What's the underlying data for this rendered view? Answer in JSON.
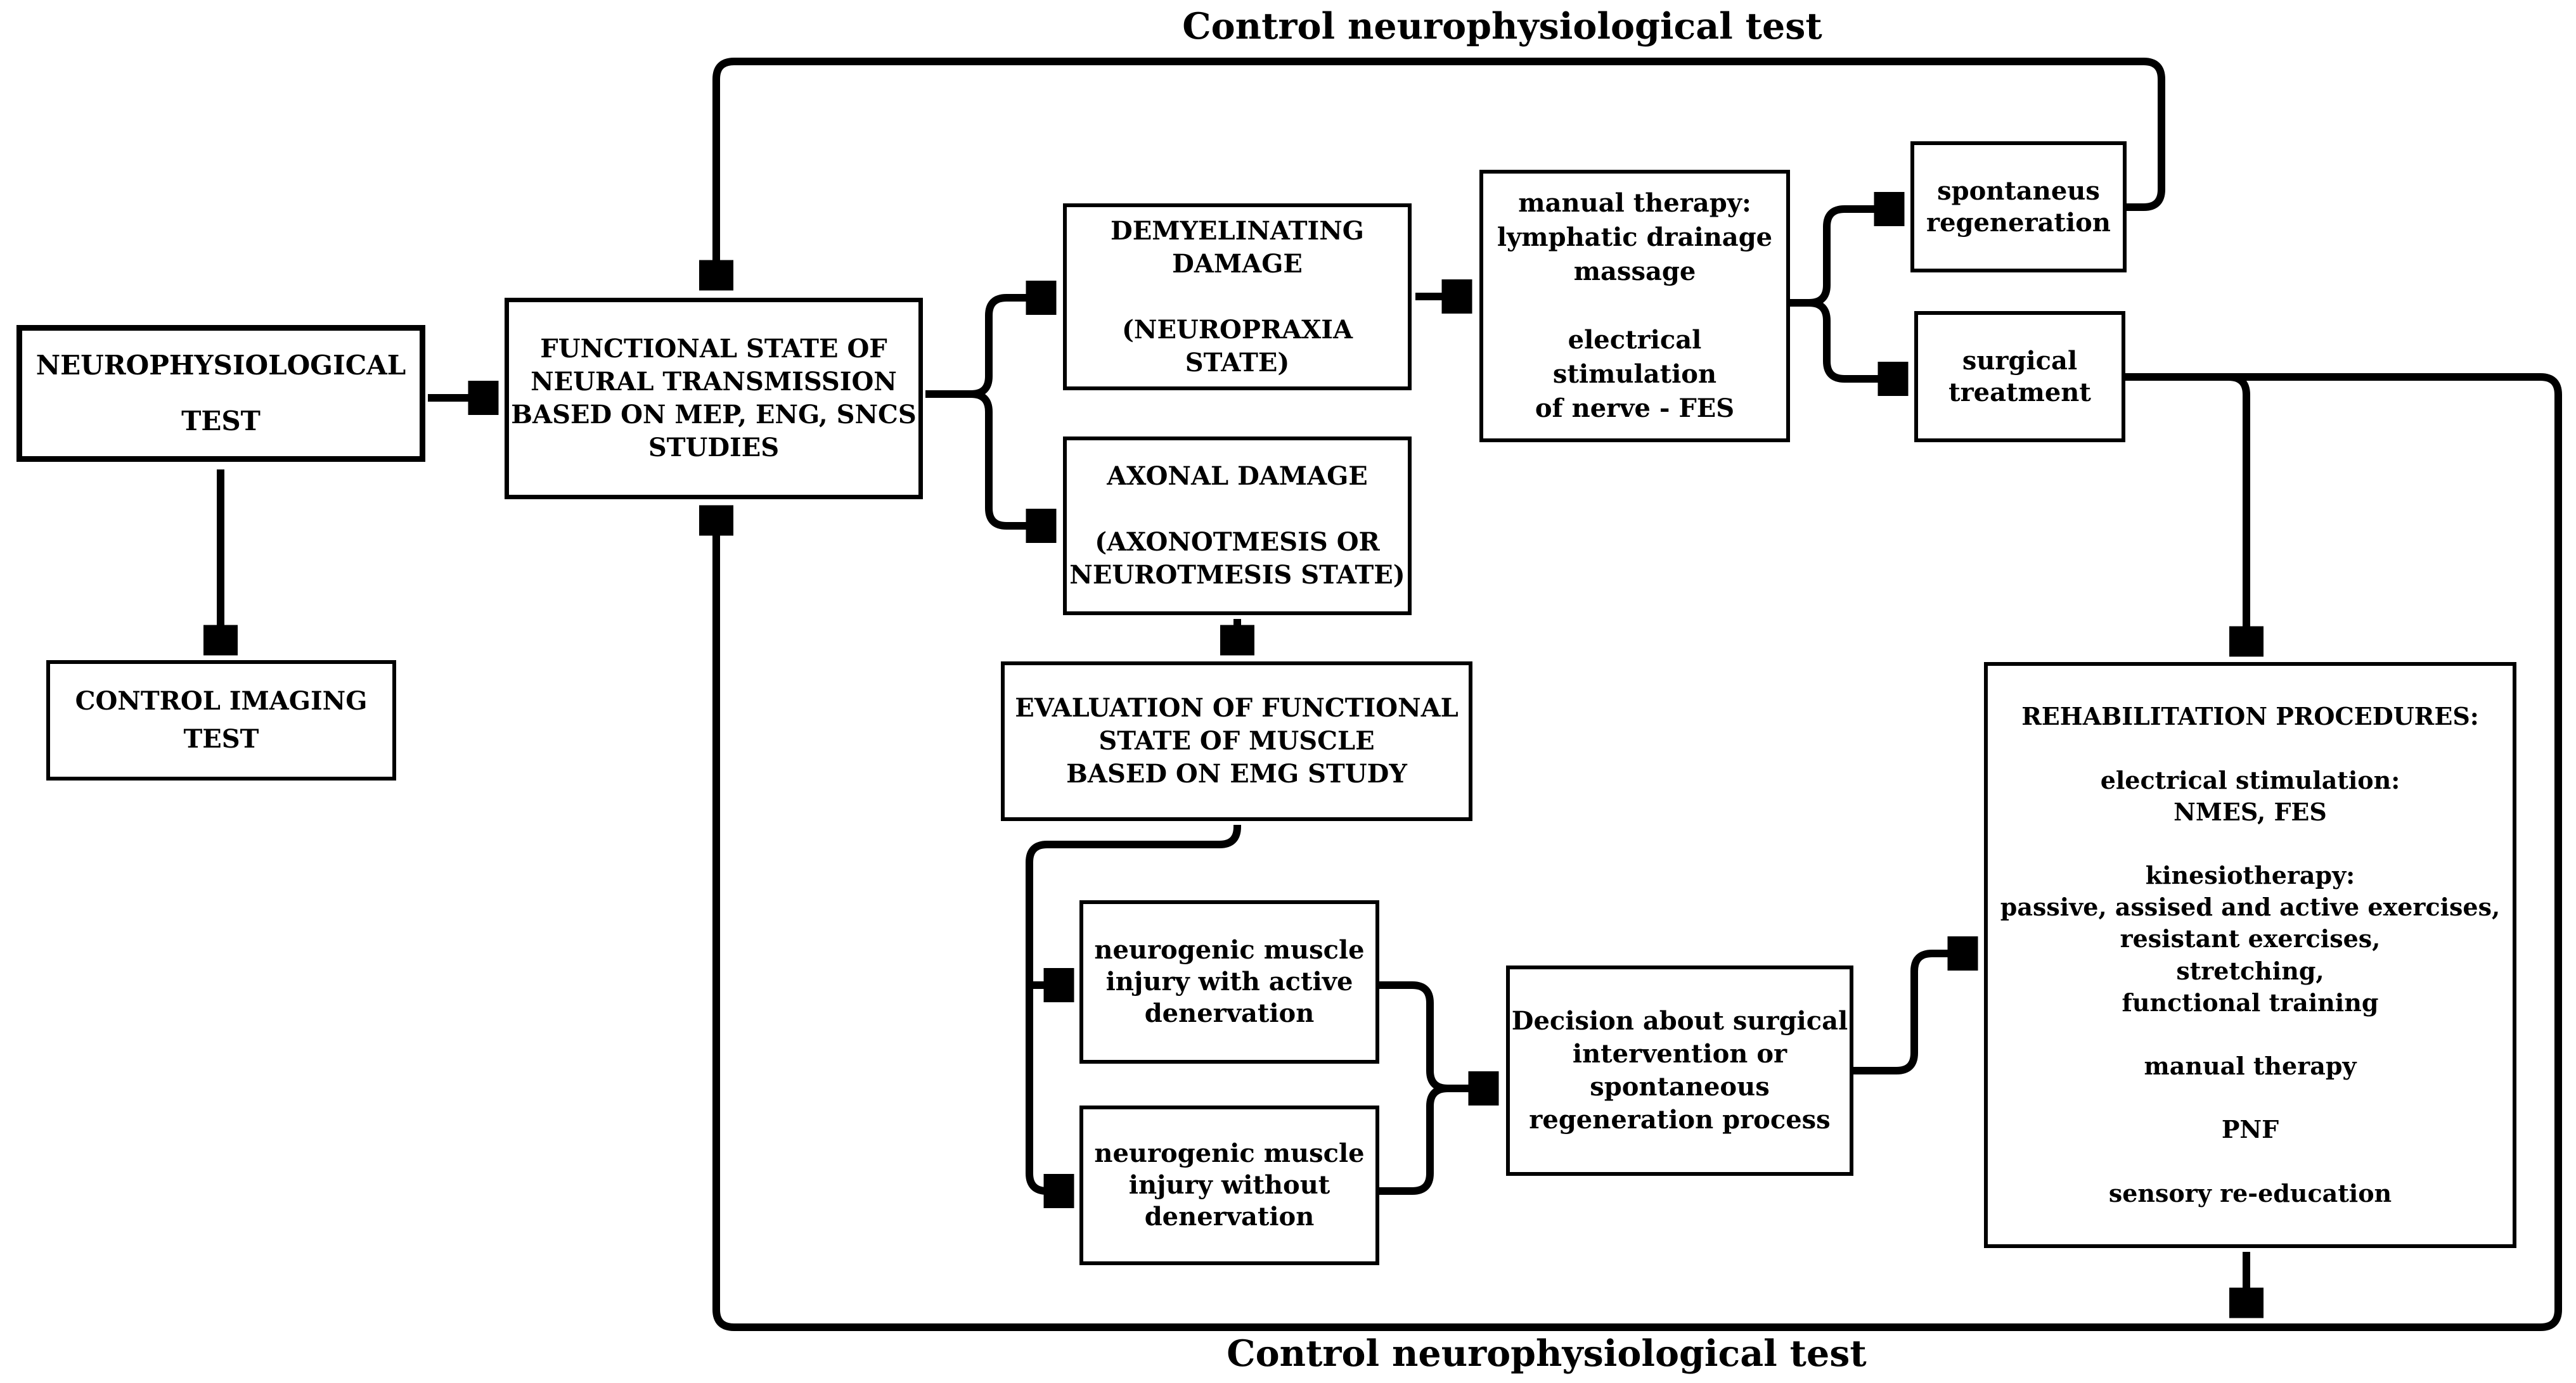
{
  "diagram": {
    "type": "flowchart",
    "background_color": "#ffffff",
    "line_color": "#000000",
    "text_color": "#000000"
  },
  "labels": {
    "top": "Control neurophysiological test",
    "bottom": "Control neurophysiological test"
  },
  "nodes": {
    "neurophysiological_test": {
      "lines": [
        "NEUROPHYSIOLOGICAL",
        "TEST"
      ]
    },
    "control_imaging_test": {
      "lines": [
        "CONTROL IMAGING",
        "TEST"
      ]
    },
    "functional_state": {
      "lines": [
        "FUNCTIONAL STATE OF",
        "NEURAL TRANSMISSION",
        "BASED ON MEP, ENG, SNCS",
        "STUDIES"
      ]
    },
    "demyelinating_damage": {
      "lines": [
        "DEMYELINATING",
        "DAMAGE",
        "",
        "(NEUROPRAXIA STATE)"
      ]
    },
    "axonal_damage": {
      "lines": [
        "AXONAL DAMAGE",
        "",
        "(AXONOTMESIS OR",
        "NEUROTMESIS STATE)"
      ]
    },
    "manual_therapy_fes": {
      "lines": [
        "manual therapy:",
        "lymphatic drainage",
        "massage",
        "",
        "electrical stimulation",
        "of nerve - FES"
      ]
    },
    "spontaneus_regeneration": {
      "lines": [
        "spontaneus",
        "regeneration"
      ]
    },
    "surgical_treatment": {
      "lines": [
        "surgical",
        "treatment"
      ]
    },
    "evaluation_muscle": {
      "lines": [
        "EVALUATION OF FUNCTIONAL",
        "STATE OF MUSCLE",
        "BASED ON EMG STUDY"
      ]
    },
    "neurogenic_with_denervation": {
      "lines": [
        "neurogenic muscle",
        "injury with active",
        "denervation"
      ]
    },
    "neurogenic_without_denervation": {
      "lines": [
        "neurogenic muscle",
        "injury without",
        "denervation"
      ]
    },
    "decision": {
      "lines": [
        "Decision about surgical",
        "intervention or",
        "spontaneous",
        "regeneration process"
      ]
    },
    "rehabilitation": {
      "lines": [
        "REHABILITATION PROCEDURES:",
        "",
        "electrical stimulation:",
        "NMES, FES",
        "",
        "kinesiotherapy:",
        "passive, assised and active exercises,",
        "resistant exercises,",
        "stretching,",
        "functional training",
        "",
        "manual therapy",
        "",
        "PNF",
        "",
        "sensory re-education"
      ]
    }
  }
}
